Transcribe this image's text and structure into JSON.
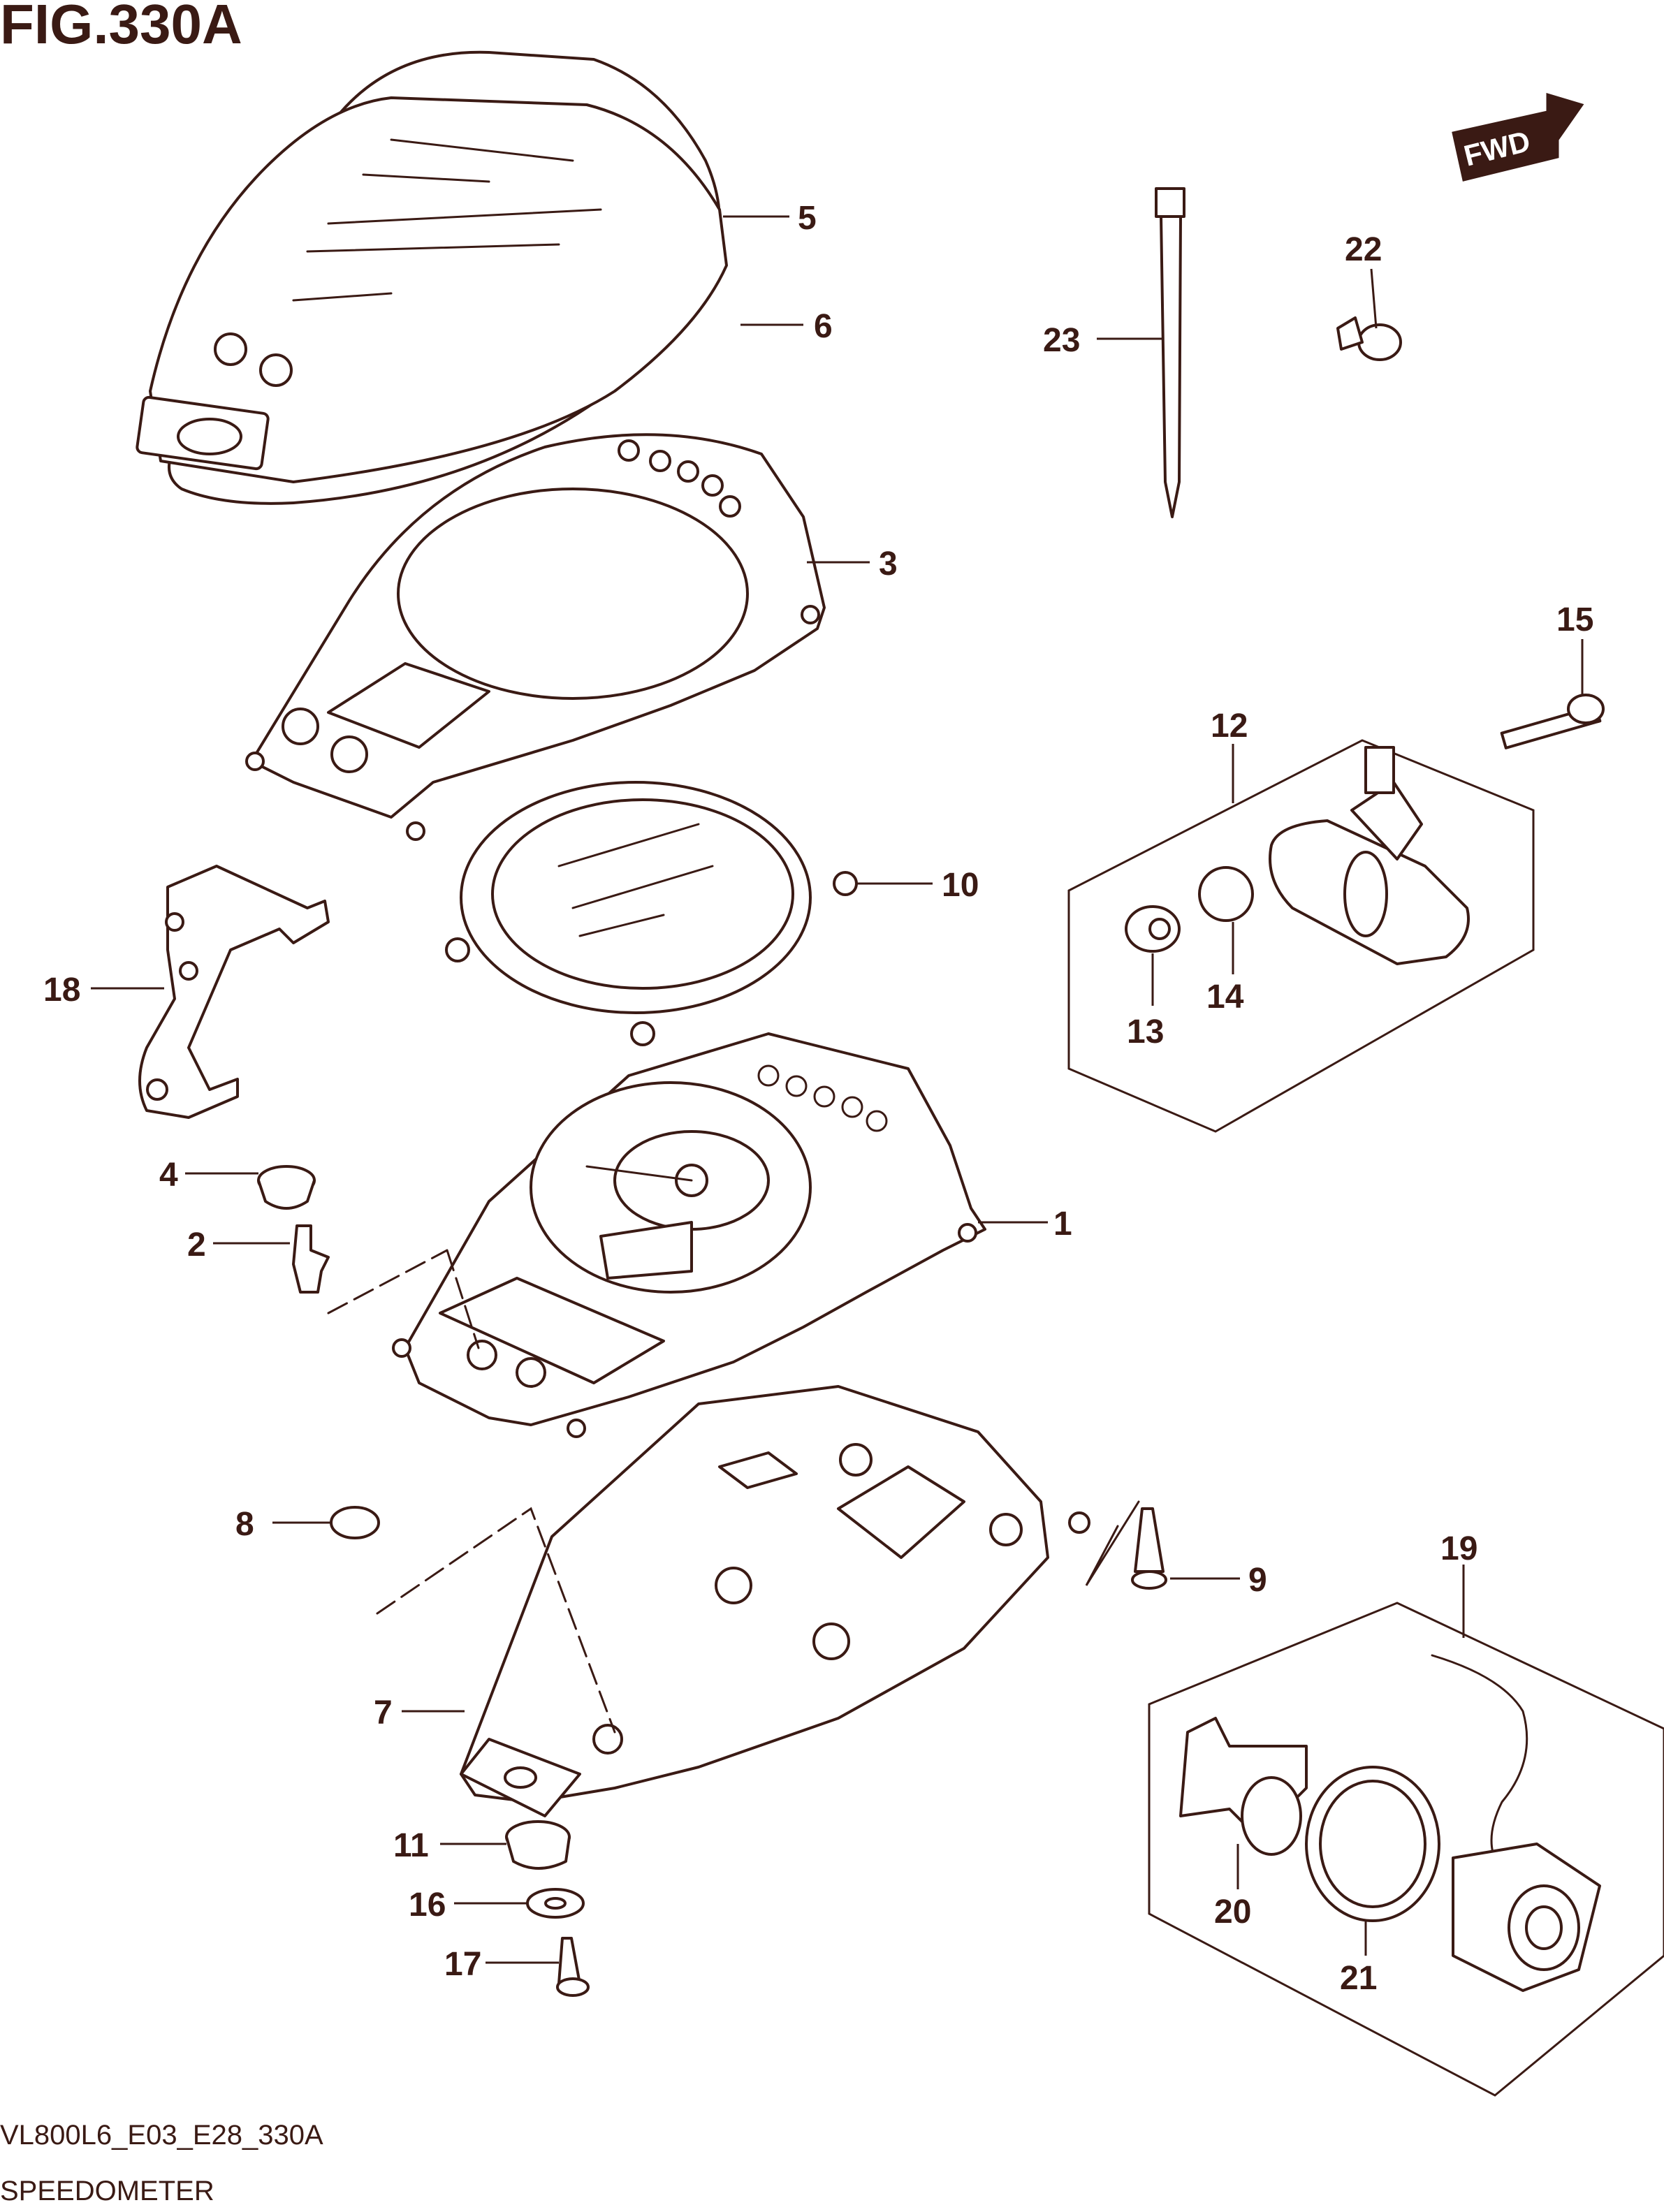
{
  "figure_title": "FIG.330A",
  "fwd_label": "FWD",
  "footer": {
    "model_code": "VL800L6_E03_E28_330A",
    "section_name": "SPEEDOMETER"
  },
  "callouts": [
    "1",
    "2",
    "3",
    "4",
    "5",
    "6",
    "7",
    "8",
    "9",
    "10",
    "11",
    "12",
    "13",
    "14",
    "15",
    "16",
    "17",
    "18",
    "19",
    "20",
    "21",
    "22",
    "23"
  ],
  "colors": {
    "ink": "#3a1a14",
    "background": "#ffffff"
  }
}
